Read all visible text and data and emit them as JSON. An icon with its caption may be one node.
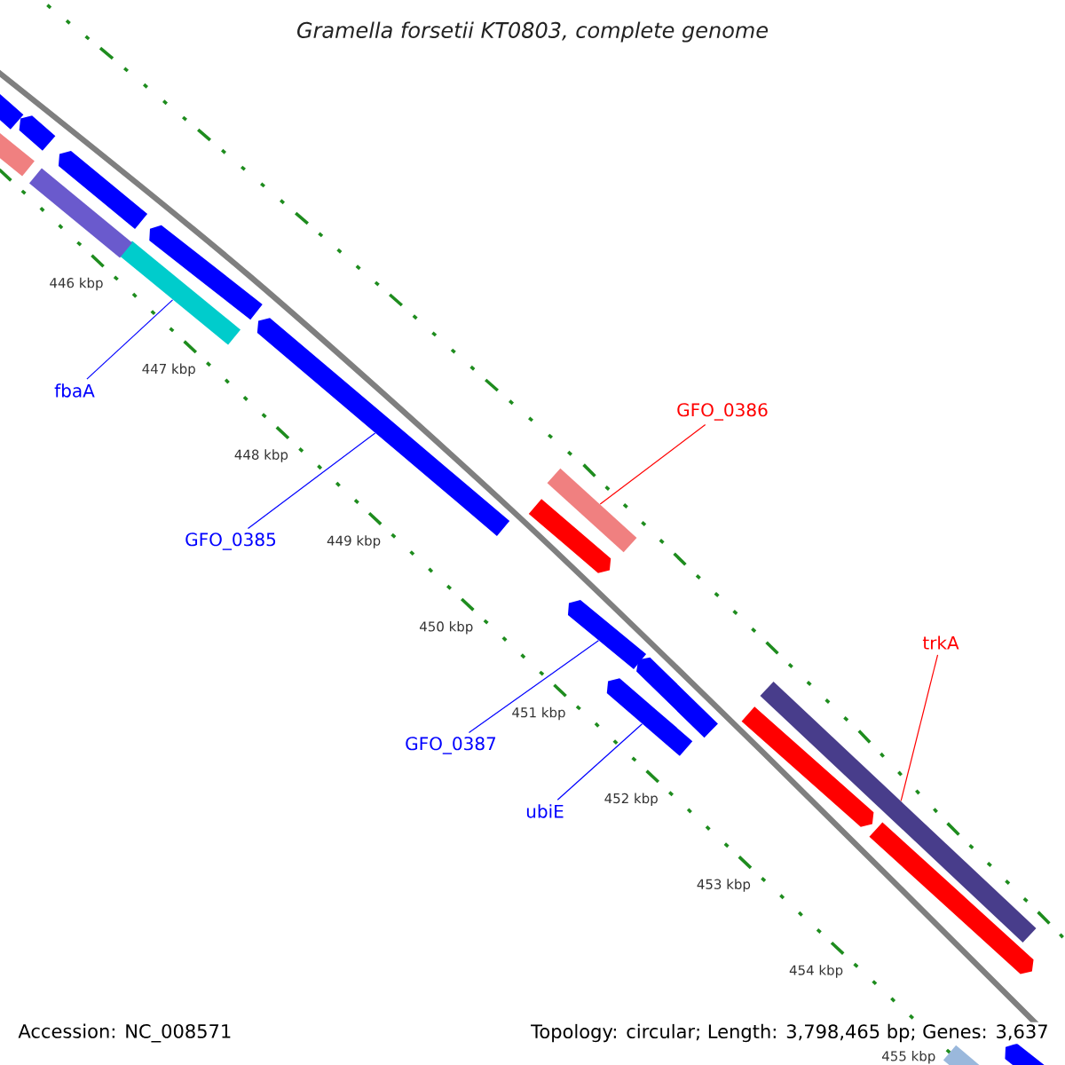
{
  "diagram": {
    "title": "Gramella forsetii KT0803, complete genome",
    "nodes": [
      {
        "text": [
          "GFO_0386"
        ]
      },
      {
        "text": [],
        "shape": "bar"
      },
      {
        "text": [
          "fbaA"
        ]
      },
      {
        "text": [],
        "shape": "bar"
      },
      {
        "text": [
          "GFO_0385"
        ]
      },
      {
        "text": [],
        "shape": "bar"
      },
      {
        "text": [
          "trkA"
        ]
      },
      {
        "text": [],
        "shape": "bar"
      },
      {
        "text": [
          "GFO_0387"
        ]
      },
      {
        "text": [],
        "shape": "bar"
      },
      {
        "text": [
          "ubiE"
        ]
      },
      {
        "text": [],
        "shape": "bar"
      },
      {
        "text": [],
        "shape": "bar"
      },
      {
        "text": [],
        "shape": "bar"
      },
      {
        "text": [],
        "shape": "bar"
      },
      {
        "text": [],
        "shape": "bar"
      },
      {
        "text": [],
        "shape": "bar"
      },
      {
        "text": [],
        "shape": "bar"
      },
      {
        "text": [],
        "shape": "bar"
      },
      {
        "text": [],
        "shape": "bar"
      },
      {
        "text": [],
        "shape": "bar"
      },
      {
        "text": [],
        "shape": "bar"
      },
      {
        "text": [],
        "shape": "bar"
      },
      {
        "text": [],
        "shape": "bar"
      }
    ],
    "edges": [
      {
        "from": 0,
        "to": 1,
        "arrow": "none",
        "color": "#ff0000"
      },
      {
        "from": 2,
        "to": 3,
        "arrow": "none"
      },
      {
        "from": 4,
        "to": 5,
        "arrow": "none"
      },
      {
        "from": 6,
        "to": 7,
        "arrow": "none",
        "color": "#ff0000"
      },
      {
        "from": 8,
        "to": 9,
        "arrow": "none"
      },
      {
        "from": 10,
        "to": 11,
        "arrow": "none"
      }
    ],
    "labels": [
      "446 kbp",
      "447 kbp",
      "448 kbp",
      "449 kbp",
      "450 kbp",
      "451 kbp",
      "452 kbp",
      "453 kbp",
      "454 kbp",
      "455 kbp",
      "Accession: NC_008571",
      "Topology: circular; Length: 3,798,465 bp; Genes: 3,637"
    ]
  }
}
